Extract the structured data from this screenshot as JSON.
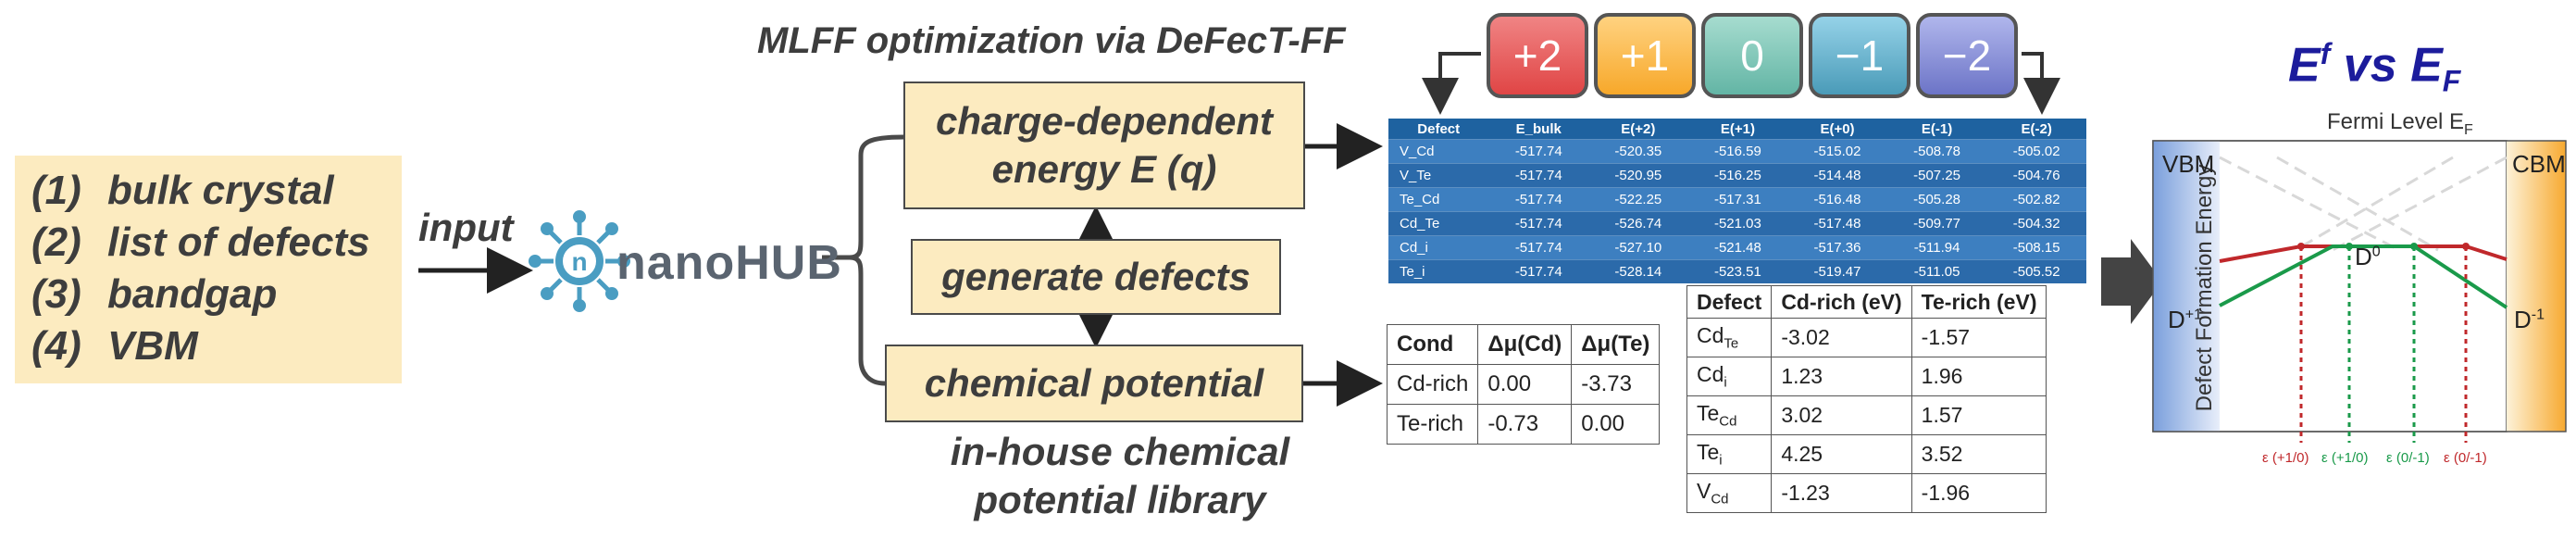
{
  "inputs": {
    "items": [
      {
        "num": "(1)",
        "text": "bulk crystal"
      },
      {
        "num": "(2)",
        "text": "list of defects"
      },
      {
        "num": "(3)",
        "text": "bandgap"
      },
      {
        "num": "(4)",
        "text": "VBM"
      }
    ],
    "input_label": "input",
    "logo_text": "nanoHUB"
  },
  "process": {
    "mlff_title": "MLFF optimization via DeFecT-FF",
    "charge_energy": "charge-dependent energy E (q)",
    "generate": "generate defects",
    "chemical": "chemical potential",
    "inhouse": "in-house chemical potential library"
  },
  "charges": [
    "+2",
    "+1",
    "0",
    "−1",
    "−2"
  ],
  "energy_table": {
    "headers": [
      "Defect",
      "E_bulk",
      "E(+2)",
      "E(+1)",
      "E(+0)",
      "E(-1)",
      "E(-2)"
    ],
    "rows": [
      [
        "V_Cd",
        "-517.74",
        "-520.35",
        "-516.59",
        "-515.02",
        "-508.78",
        "-505.02"
      ],
      [
        "V_Te",
        "-517.74",
        "-520.95",
        "-516.25",
        "-514.48",
        "-507.25",
        "-504.76"
      ],
      [
        "Te_Cd",
        "-517.74",
        "-522.25",
        "-517.31",
        "-516.48",
        "-505.28",
        "-502.82"
      ],
      [
        "Cd_Te",
        "-517.74",
        "-526.74",
        "-521.03",
        "-517.48",
        "-509.77",
        "-504.32"
      ],
      [
        "Cd_i",
        "-517.74",
        "-527.10",
        "-521.48",
        "-517.36",
        "-511.94",
        "-508.15"
      ],
      [
        "Te_i",
        "-517.74",
        "-528.14",
        "-523.51",
        "-519.47",
        "-511.05",
        "-505.52"
      ]
    ]
  },
  "cond_table": {
    "headers": [
      "Cond",
      "Δμ(Cd)",
      "Δμ(Te)"
    ],
    "rows": [
      [
        "Cd-rich",
        "0.00",
        "-3.73"
      ],
      [
        "Te-rich",
        "-0.73",
        "0.00"
      ]
    ]
  },
  "defect_table": {
    "headers": [
      "Defect",
      "Cd-rich (eV)",
      "Te-rich (eV)"
    ],
    "rows": [
      {
        "base": "Cd",
        "sub": "Te",
        "cd": "-3.02",
        "te": "-1.57"
      },
      {
        "base": "Cd",
        "sub": "i",
        "cd": "1.23",
        "te": "1.96"
      },
      {
        "base": "Te",
        "sub": "Cd",
        "cd": "3.02",
        "te": "1.57"
      },
      {
        "base": "Te",
        "sub": "i",
        "cd": "4.25",
        "te": "3.52"
      },
      {
        "base": "V",
        "sub": "Cd",
        "cd": "-1.23",
        "te": "-1.96"
      }
    ]
  },
  "plot": {
    "title_e": "E",
    "title_f": "f",
    "title_vs": " vs E",
    "title_sub": "F",
    "fermi_label": "Fermi Level E",
    "fermi_sub": "F",
    "ylabel": "Defect Formation Energy",
    "vbm": "VBM",
    "cbm": "CBM",
    "d_plus": {
      "base": "D",
      "sup": "+1"
    },
    "d_zero": {
      "base": "D",
      "sup": "0"
    },
    "d_minus": {
      "base": "D",
      "sup": "-1"
    },
    "eps_labels": [
      "ε (+1/0)",
      "ε (+1/0)",
      "ε (0/-1)",
      "ε (0/-1)"
    ]
  },
  "colors": {
    "box_fill": "#fcebc0",
    "nanohub_blue": "#4a9dc2",
    "table_blue": "#2b6aaa",
    "red_line": "#c0282b",
    "green_line": "#1a9a4a",
    "title_blue": "#1c1c9c"
  }
}
